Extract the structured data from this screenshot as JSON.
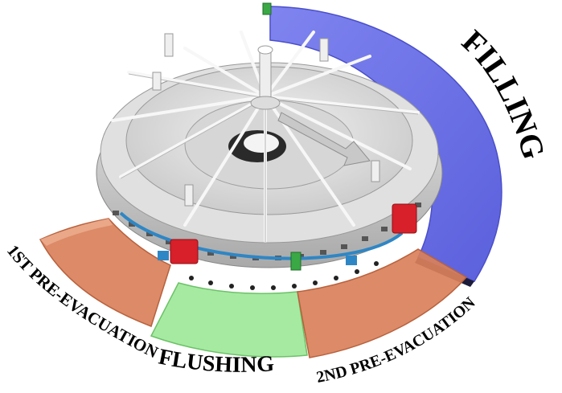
{
  "labels": {
    "filling": "FILLING",
    "pre_evac_1": "1ST PRE-EVACUATION",
    "flushing": "FLUSHING",
    "pre_evac_2": "2ND PRE-EVACUATION"
  },
  "colors": {
    "filling": "#6f74e8",
    "pre_evac": "#d9805a",
    "flushing": "#9ee89a",
    "machine": "#e4e4e4",
    "valve_red": "#d8202a",
    "valve_blue": "#2f86c4",
    "marker_green": "#39a845"
  },
  "icons": {
    "machine": "rotary-filling-machine-icon"
  }
}
